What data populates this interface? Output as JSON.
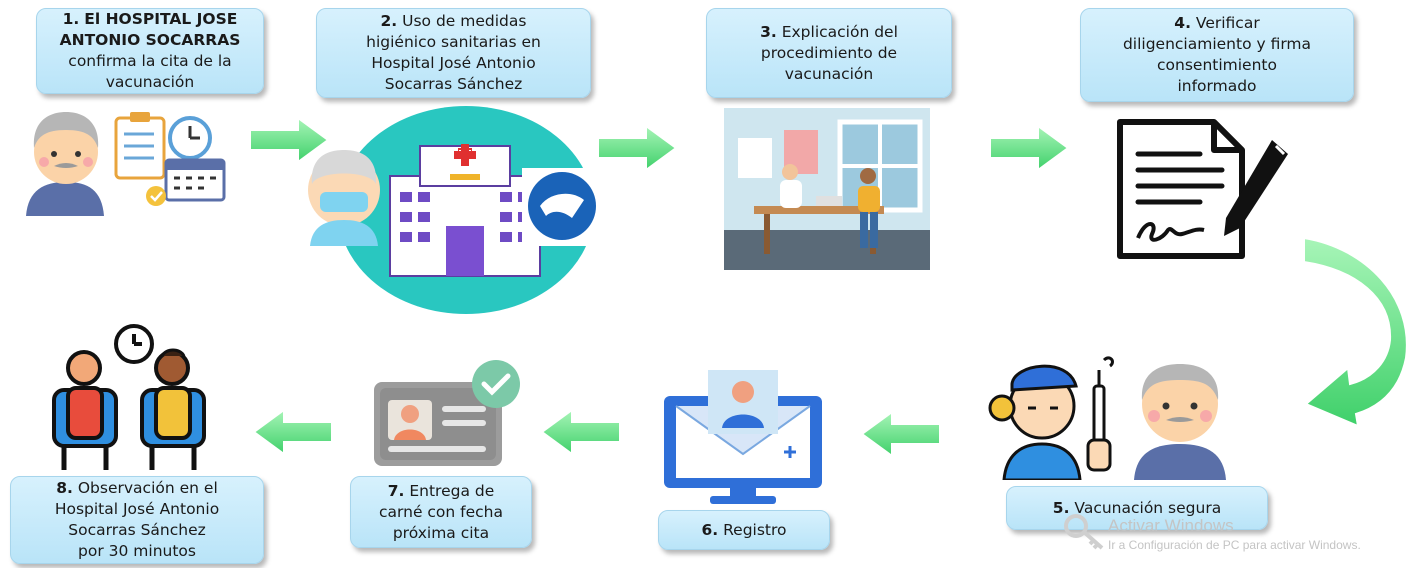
{
  "steps": [
    {
      "number": "1.",
      "lines": [
        "El HOSPITAL JOSE",
        "ANTONIO SOCARRAS",
        "confirma la cita de la",
        "vacunación"
      ]
    },
    {
      "number": "2.",
      "lines": [
        "Uso de medidas",
        "higiénico sanitarias en",
        "Hospital José Antonio",
        "Socarras Sánchez"
      ]
    },
    {
      "number": "3.",
      "lines": [
        "Explicación del",
        "procedimiento de",
        "vacunación"
      ]
    },
    {
      "number": "4.",
      "lines": [
        "Verificar",
        "diligenciamiento y firma",
        "consentimiento",
        "informado"
      ]
    },
    {
      "number": "5.",
      "lines": [
        "Vacunación segura"
      ]
    },
    {
      "number": "6.",
      "lines": [
        "Registro"
      ]
    },
    {
      "number": "7.",
      "lines": [
        "Entrega de",
        "carné con fecha",
        "próxima cita"
      ]
    },
    {
      "number": "8.",
      "lines": [
        "Observación en el",
        "Hospital José Antonio",
        "Socarras Sánchez",
        "por 30 minutos"
      ]
    }
  ],
  "watermark": {
    "title": "Activar Windows",
    "subtitle": "Ir a Configuración de PC para activar Windows."
  },
  "colors": {
    "box_fill": "#c6eafb",
    "arrow_green": "#5be07a"
  }
}
